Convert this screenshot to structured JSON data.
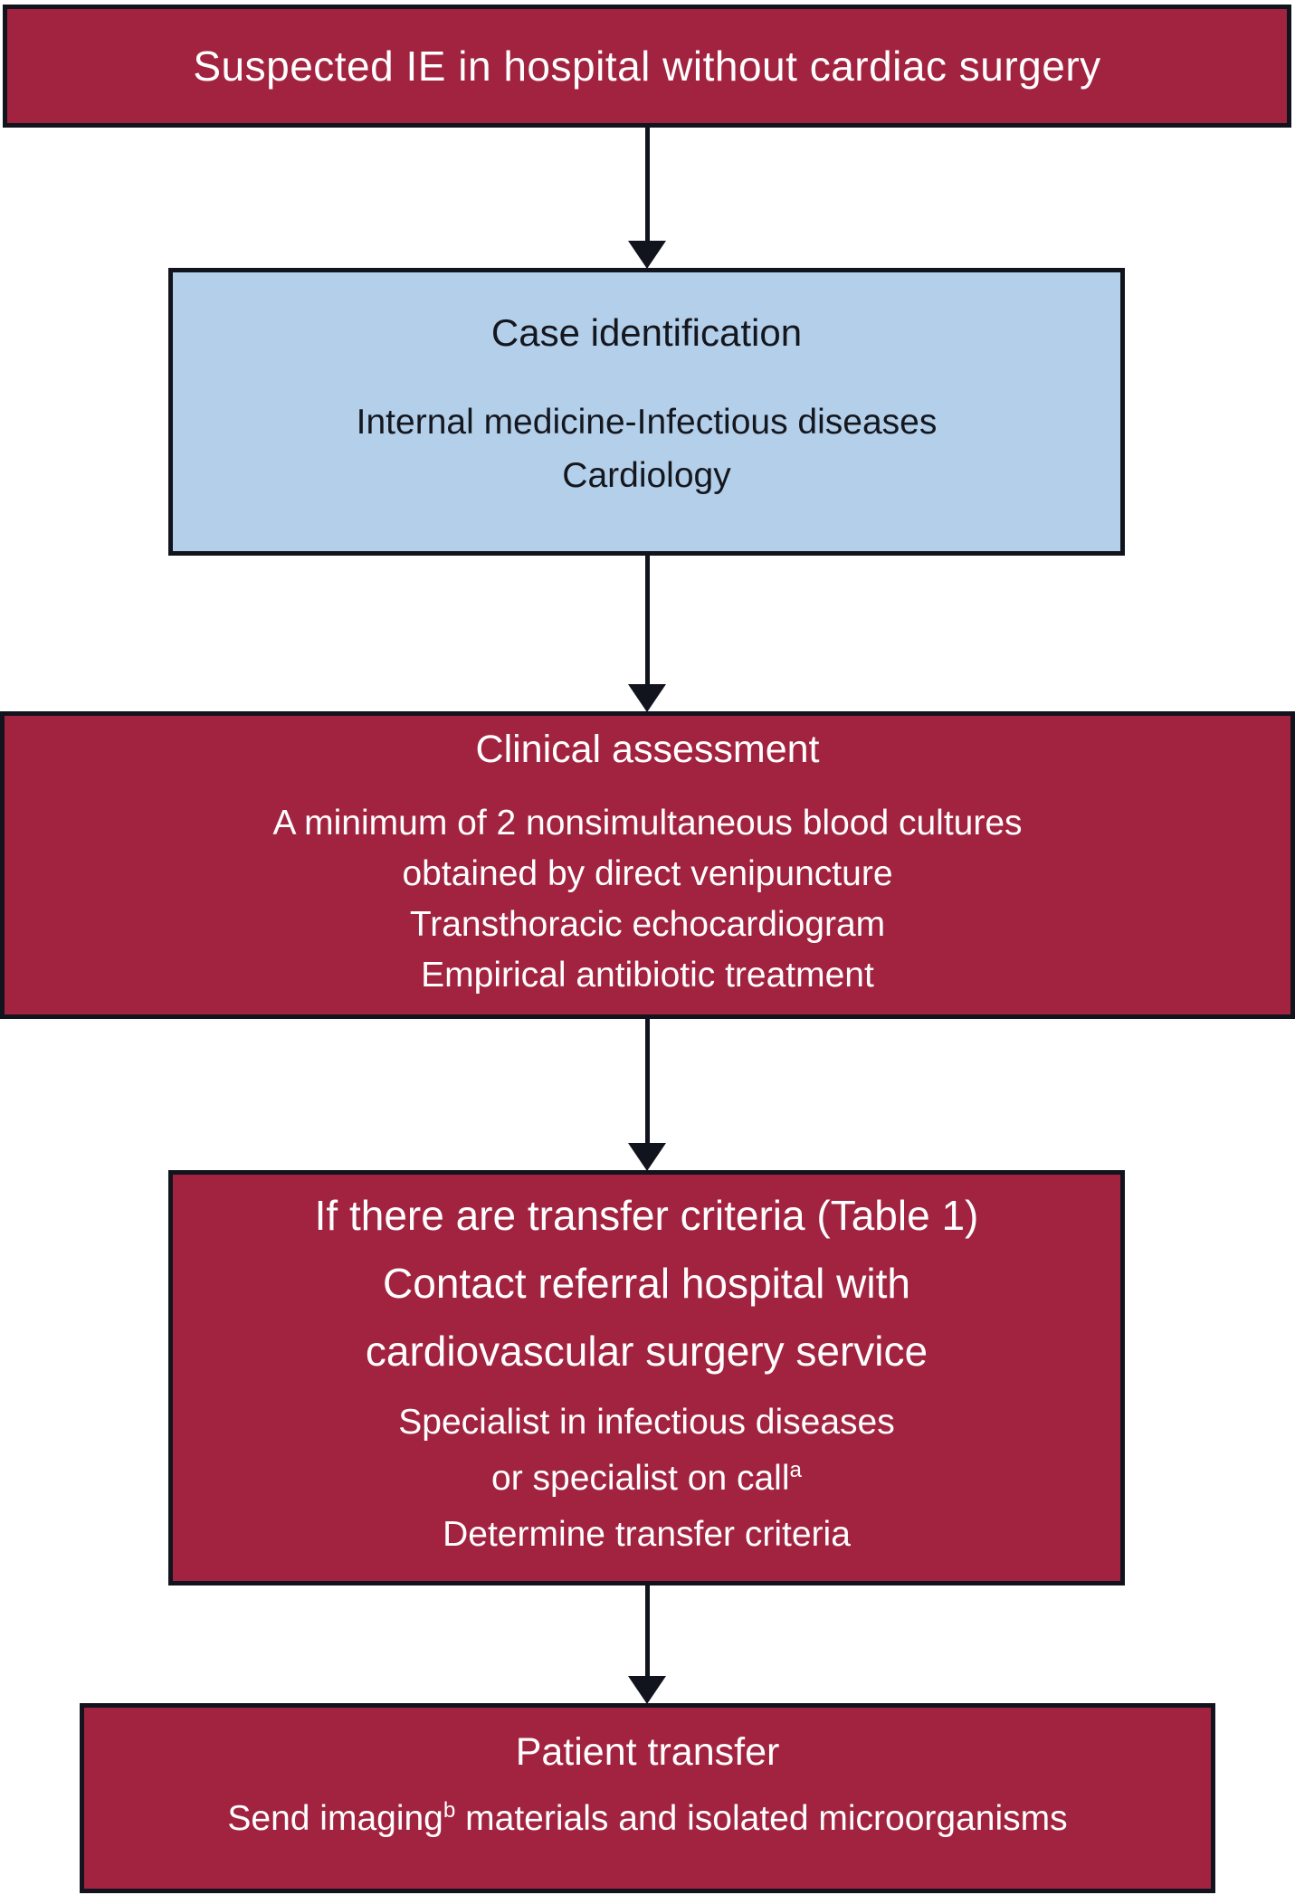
{
  "figure": {
    "type": "flowchart",
    "description": "Clinical pathway for suspected infective endocarditis in a hospital without cardiac surgery"
  },
  "colors": {
    "accent_red": "#a22340",
    "accent_blue": "#b3cfe9",
    "border_black": "#11141c",
    "text_on_red": "#ffffff",
    "text_on_blue": "#15171f",
    "background": "#ffffff"
  },
  "boxes": {
    "suspected": {
      "title": "Suspected IE in hospital without cardiac surgery"
    },
    "case_identification": {
      "title": "Case identification",
      "lines": [
        "Internal medicine-Infectious diseases",
        "Cardiology"
      ]
    },
    "clinical_assessment": {
      "title": "Clinical assessment",
      "lines": [
        "A minimum of 2 nonsimultaneous blood cultures",
        "obtained by direct venipuncture",
        "Transthoracic echocardiogram",
        "Empirical antibiotic treatment"
      ]
    },
    "transfer_criteria": {
      "title_lines": [
        "If there are transfer criteria (Table 1)",
        "Contact referral hospital with",
        "cardiovascular surgery service"
      ],
      "body_line_1": "Specialist in infectious diseases",
      "body_line_2_text": "or specialist on call",
      "body_line_2_sup": "a",
      "body_line_3": "Determine transfer criteria"
    },
    "patient_transfer": {
      "title": "Patient transfer",
      "line_prefix": "Send imaging",
      "line_sup": "b",
      "line_suffix": " materials and isolated microorganisms"
    }
  }
}
